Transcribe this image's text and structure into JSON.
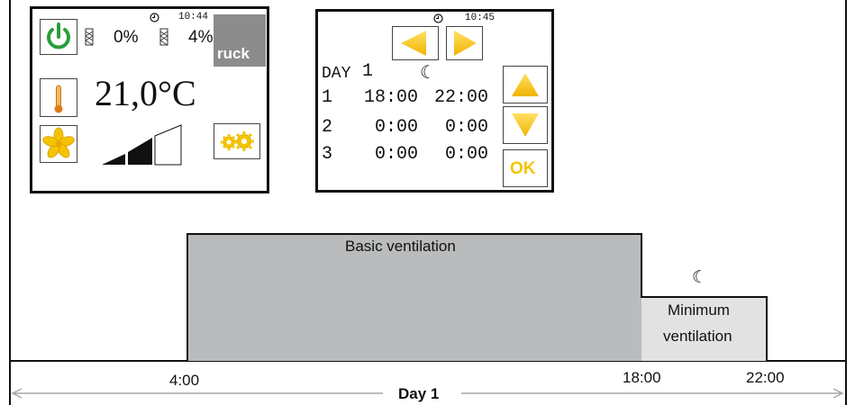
{
  "panel_left": {
    "clock": "10:44",
    "filter_left_percent": "0%",
    "filter_right_percent": "4%",
    "logo_text": "ruck",
    "temperature": "21,0°C",
    "fan_level": 2,
    "fan_levels_total": 3
  },
  "panel_right": {
    "clock": "10:45",
    "day_label": "DAY",
    "day_number": "1",
    "schedule": [
      {
        "index": "1",
        "start": "18:00",
        "end": "22:00"
      },
      {
        "index": "2",
        "start": "0:00",
        "end": "0:00"
      },
      {
        "index": "3",
        "start": "0:00",
        "end": "0:00"
      }
    ],
    "ok_label": "OK"
  },
  "timeline": {
    "basic_label": "Basic ventilation",
    "minimum_label_line1": "Minimum",
    "minimum_label_line2": "ventilation",
    "tick_4": "4:00",
    "tick_18": "18:00",
    "tick_22": "22:00",
    "day_label": "Day 1",
    "night_symbol": "☾"
  },
  "colors": {
    "accent_green": "#2a9d3a",
    "basic_fill": "#b9bbbd",
    "minimum_fill": "#e2e2e2",
    "arrow_yellow": "#f2c200",
    "logo_bg": "#8c8c8c"
  }
}
